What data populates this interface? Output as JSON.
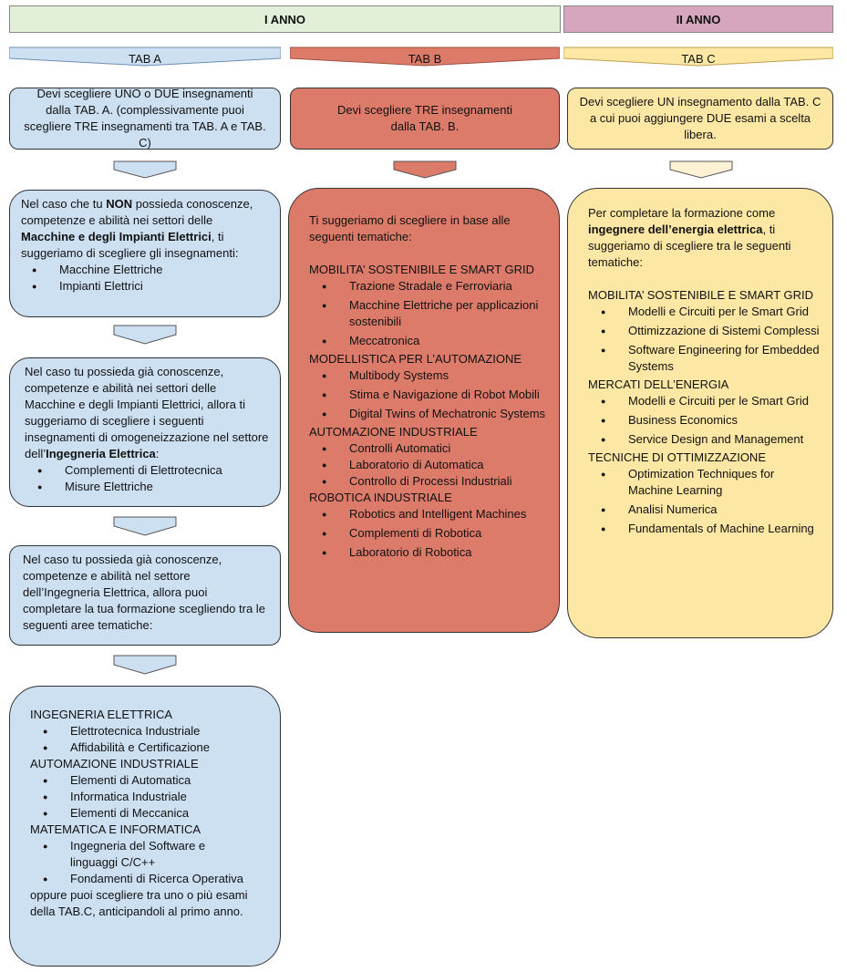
{
  "headers": {
    "year1": "I ANNO",
    "year2": "II ANNO"
  },
  "tabs": {
    "a": "TAB A",
    "b": "TAB B",
    "c": "TAB C"
  },
  "colors": {
    "year1_bg": "#e2efd9",
    "year2_bg": "#d5a6bd",
    "tab_a": "#cde0f2",
    "tab_b": "#dd7b6a",
    "tab_c": "#fde7a4"
  },
  "tab_a_box": {
    "text": "Devi scegliere UNO o DUE insegnamenti dalla TAB. A. (complessivamente puoi scegliere TRE insegnamenti tra TAB. A e TAB. C)"
  },
  "tab_b_box": {
    "text": "Devi scegliere TRE insegnamenti dalla TAB. B."
  },
  "tab_c_box": {
    "text": "Devi scegliere UN insegnamento dalla TAB. C a cui puoi aggiungere DUE esami a scelta libera."
  },
  "box_a1": {
    "t1": "Nel caso che tu ",
    "t2": "NON",
    "t3": " possieda conoscenze, competenze e abilità nei settori delle ",
    "t4": "Macchine e degli Impianti Elettrici",
    "t5": ",  ti suggeriamo di scegliere gli insegnamenti:",
    "items": [
      "Macchine Elettriche",
      "Impianti Elettrici"
    ]
  },
  "box_a2": {
    "t1": "Nel caso tu possieda già conoscenze, competenze e abilità nei settori delle Macchine e degli Impianti Elettrici, allora ti suggeriamo di scegliere i seguenti insegnamenti di omogeneizzazione nel settore dell’",
    "t2": "Ingegneria Elettrica",
    "t3": ":",
    "items": [
      "Complementi di Elettrotecnica",
      "Misure Elettriche"
    ]
  },
  "box_a3": {
    "text": "Nel caso tu possieda già conoscenze, competenze e abilità nel settore dell’Ingegneria Elettrica, allora puoi completare la tua formazione scegliendo tra le seguenti aree tematiche:"
  },
  "box_a4": {
    "sec1": "INGEGNERIA ELETTRICA",
    "sec1_items": [
      "Elettrotecnica Industriale",
      "Affidabilità e Certificazione"
    ],
    "sec2": "AUTOMAZIONE INDUSTRIALE",
    "sec2_items": [
      "Elementi di Automatica",
      "Informatica Industriale",
      "Elementi di Meccanica"
    ],
    "sec3": "MATEMATICA E INFORMATICA",
    "sec3_items": [
      "Ingegneria del Software e linguaggi C/C++",
      "Fondamenti di Ricerca Operativa"
    ],
    "footer": "oppure puoi scegliere tra uno o più esami della TAB.C, anticipandoli al primo anno."
  },
  "box_b": {
    "intro": "Ti suggeriamo di scegliere in base alle seguenti tematiche:",
    "sec1": "MOBILITA’ SOSTENIBILE E SMART GRID",
    "sec1_items": [
      "Trazione Stradale e Ferroviaria",
      "Macchine Elettriche per applicazioni sostenibili",
      "Meccatronica"
    ],
    "sec2": "MODELLISTICA PER L’AUTOMAZIONE",
    "sec2_items": [
      "Multibody Systems",
      "Stima e Navigazione di Robot Mobili",
      "Digital Twins of Mechatronic Systems"
    ],
    "sec3": "AUTOMAZIONE INDUSTRIALE",
    "sec3_items": [
      "Controlli Automatici",
      "Laboratorio di Automatica",
      "Controllo di Processi Industriali"
    ],
    "sec4": "ROBOTICA INDUSTRIALE",
    "sec4_items": [
      "Robotics and Intelligent Machines",
      "Complementi di Robotica",
      "Laboratorio di Robotica"
    ]
  },
  "box_c": {
    "t1": "Per completare la formazione come ",
    "t2": "ingegnere dell’energia elettrica",
    "t3": ", ti suggeriamo di scegliere tra le seguenti tematiche:",
    "sec1": "MOBILITA’ SOSTENIBILE E SMART GRID",
    "sec1_items": [
      "Modelli e Circuiti per le Smart Grid",
      "Ottimizzazione di Sistemi Complessi",
      "Software Engineering for Embedded Systems"
    ],
    "sec2": "MERCATI DELL’ENERGIA",
    "sec2_items": [
      "Modelli e Circuiti per le Smart Grid",
      "Business Economics",
      "Service Design and Management"
    ],
    "sec3": "TECNICHE DI OTTIMIZZAZIONE",
    "sec3_items": [
      "Optimization Techniques for Machine Learning",
      "Analisi Numerica",
      "Fundamentals of Machine Learning"
    ]
  }
}
